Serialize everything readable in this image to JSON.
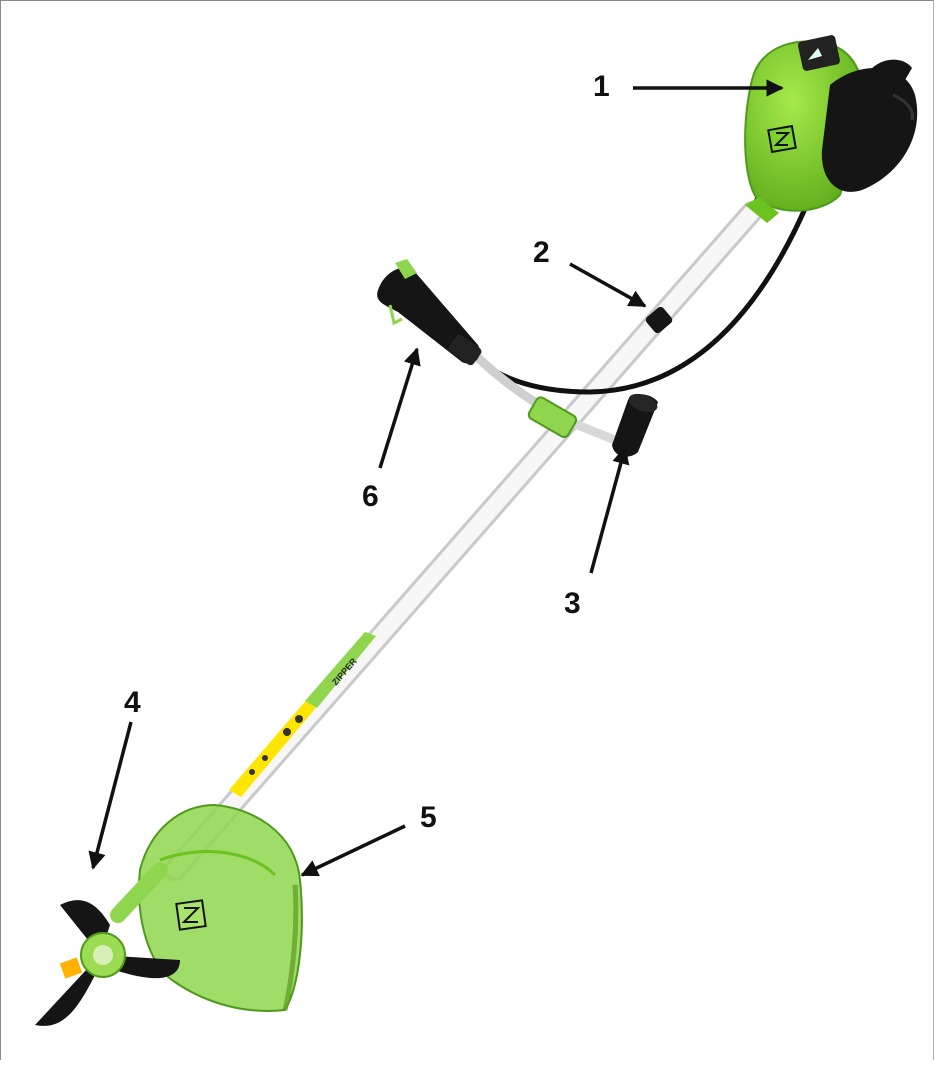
{
  "callouts": {
    "c1": "1",
    "c2": "2",
    "c3": "3",
    "c4": "4",
    "c5": "5",
    "c6": "6"
  },
  "product": {
    "shaft_label": "ZIPPER",
    "logo_letter": "Z"
  },
  "colors": {
    "body_green": "#7dd12a",
    "dark_green": "#4f9a1c",
    "guard_green": "#8fd64e",
    "shaft": "#f4f4f4",
    "sticker_yellow": "#ffe600",
    "black_parts": "#151515"
  }
}
